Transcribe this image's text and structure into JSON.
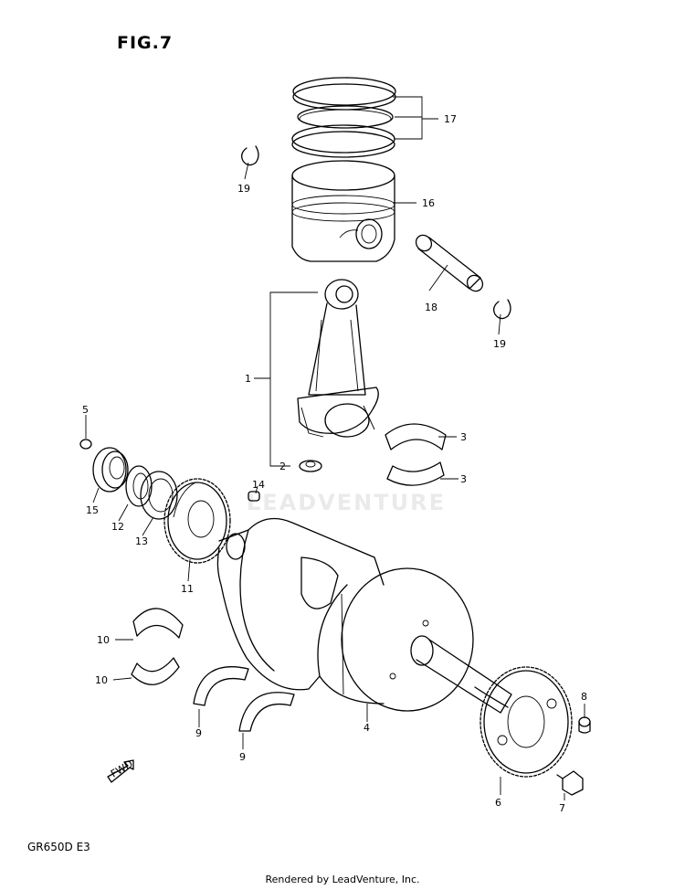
{
  "figure": {
    "title": "FIG.7",
    "model": "GR650D E3",
    "credit": "Rendered by LeadVenture, Inc.",
    "watermark": "LEADVENTURE"
  },
  "callouts": {
    "c17": "17",
    "c19a": "19",
    "c16": "16",
    "c18": "18",
    "c19b": "19",
    "c1": "1",
    "c5": "5",
    "c3a": "3",
    "c2": "2",
    "c3b": "3",
    "c14": "14",
    "c15": "15",
    "c12": "12",
    "c13": "13",
    "c11": "11",
    "c10a": "10",
    "c10b": "10",
    "c9a": "9",
    "c9b": "9",
    "c4": "4",
    "c8": "8",
    "c6": "6",
    "c7": "7"
  },
  "fwd_arrow": "FWD"
}
